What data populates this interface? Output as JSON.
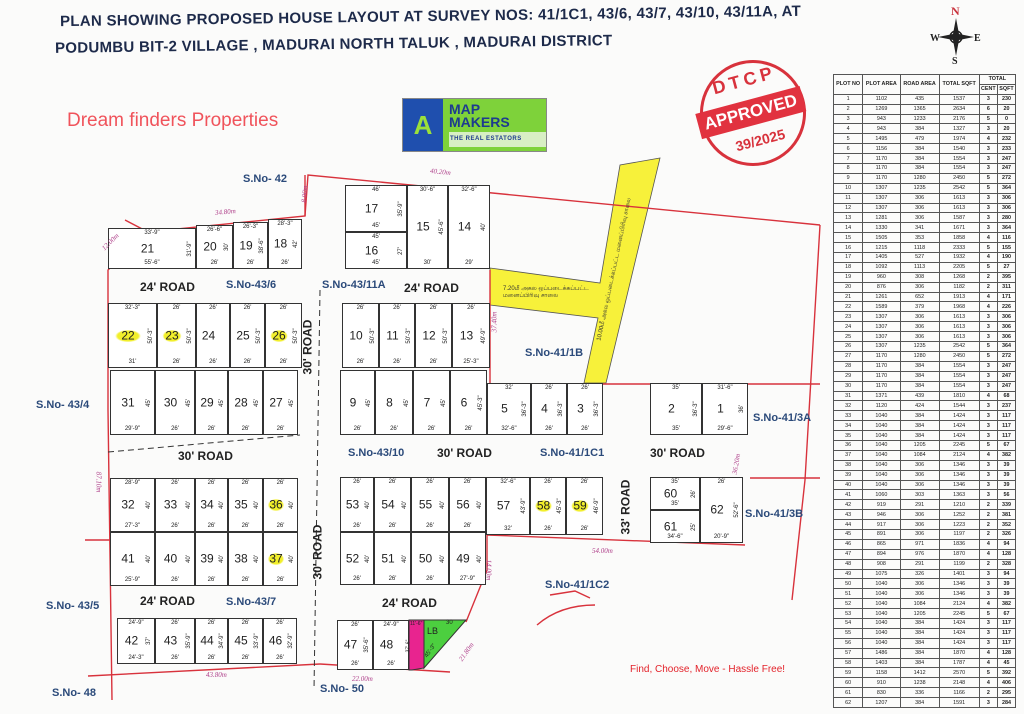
{
  "header": {
    "title_line1": "PLAN SHOWING PROPOSED HOUSE LAYOUT AT SURVEY NOS: 41/1C1, 43/6, 43/7, 43/10, 43/11A,  AT",
    "title_line2": "PODUMBU BIT-2 VILLAGE , MADURAI NORTH TALUK , MADURAI DISTRICT",
    "brand": "Dream finders Properties",
    "logo": {
      "line1": "MAP",
      "line2": "MAKERS",
      "tagline": "THE REAL ESTATORS"
    },
    "stamp": {
      "top": "DTCP",
      "middle": "APPROVED",
      "bottom": "39/2025"
    },
    "compass": {
      "n": "N",
      "s": "S",
      "e": "E",
      "w": "W"
    }
  },
  "colors": {
    "boundary": "#d8323c",
    "highlight": "#f2ef2a",
    "road_yellow": "#f7f13a",
    "park_green": "#4ccf3f",
    "magenta": "#e8248f"
  },
  "survey_labels": [
    "S.No- 42",
    "S.No-43/6",
    "S.No-43/11A",
    "S.No-41/1B",
    "S.No- 43/4",
    "S.No-41/3A",
    "S.No-43/10",
    "S.No-41/1C1",
    "S.No-41/3B",
    "S.No-41/1C2",
    "S.No- 43/5",
    "S.No-43/7",
    "S.No- 48",
    "S.No- 50"
  ],
  "road_labels": [
    "24' ROAD",
    "24' ROAD",
    "30' ROAD",
    "30' ROAD",
    "30' ROAD",
    "30' ROAD",
    "30' ROAD",
    "33' ROAD",
    "24' ROAD",
    "24' ROAD"
  ],
  "measurements": [
    "40.20m",
    "34.80m",
    "12.00m",
    "8.00m",
    "37.40m",
    "87.10m",
    "43.80m",
    "22.00m",
    "21.80m",
    "54.00m",
    "14.00m",
    "36.20m"
  ],
  "tamil_roads": {
    "road_720": "7.20மீ அகல ஒப்படைக்கப்பட்ட மனைப்பிரிவு சாலை",
    "road_1000": "10.00மீ அகல ஒப்படைக்கப்பட்ட மனைப்பிரிவு சாலை"
  },
  "special": {
    "lb_label": "LB",
    "lb_top": "30",
    "lb_side": "45'-3\"",
    "magenta_top": "11'-6\"",
    "magenta_side": "37'-6\""
  },
  "plots": [
    {
      "no": "1",
      "top": "31'-6\"",
      "bottom": "29'-6\"",
      "depth": "36'",
      "hl": false
    },
    {
      "no": "2",
      "top": "35'",
      "bottom": "35'",
      "depth": "36'-3\"",
      "hl": false
    },
    {
      "no": "3",
      "top": "26'",
      "bottom": "26'",
      "depth": "36'-3\"",
      "hl": false
    },
    {
      "no": "4",
      "top": "26'",
      "bottom": "26'",
      "depth": "36'-3\"",
      "hl": false
    },
    {
      "no": "5",
      "top": "32'",
      "bottom": "32'-6\"",
      "depth": "36'-3\"",
      "hl": false
    },
    {
      "no": "6",
      "top": "",
      "bottom": "26'",
      "depth": "45'-3\"",
      "hl": false
    },
    {
      "no": "7",
      "top": "",
      "bottom": "26'",
      "depth": "45'",
      "hl": false
    },
    {
      "no": "8",
      "top": "",
      "bottom": "26'",
      "depth": "45'",
      "hl": false
    },
    {
      "no": "9",
      "top": "",
      "bottom": "26'",
      "depth": "45'",
      "hl": false
    },
    {
      "no": "10",
      "top": "26'",
      "bottom": "26'",
      "depth": "50'-3\"",
      "hl": false
    },
    {
      "no": "11",
      "top": "26'",
      "bottom": "26'",
      "depth": "50'-3\"",
      "hl": false
    },
    {
      "no": "12",
      "top": "26'",
      "bottom": "26'",
      "depth": "50'-3\"",
      "hl": false
    },
    {
      "no": "13",
      "top": "26'",
      "bottom": "25'-3\"",
      "depth": "49'-9\"",
      "hl": false
    },
    {
      "no": "14",
      "top": "32'-6\"",
      "bottom": "29'",
      "depth": "40'",
      "hl": false
    },
    {
      "no": "15",
      "top": "30'-6\"",
      "bottom": "30'",
      "depth": "45'-6\"",
      "hl": false
    },
    {
      "no": "16",
      "top": "45'",
      "bottom": "45'",
      "depth": "27'",
      "hl": false
    },
    {
      "no": "17",
      "top": "46'",
      "bottom": "45'",
      "depth": "35'-9\"",
      "hl": false
    },
    {
      "no": "18",
      "top": "28'-3\"",
      "bottom": "26'",
      "depth": "42'",
      "hl": false
    },
    {
      "no": "19",
      "top": "26'-3\"",
      "bottom": "26'",
      "depth": "38'-6\"",
      "hl": false
    },
    {
      "no": "20",
      "top": "26'-6\"",
      "bottom": "26'",
      "depth": "30'",
      "hl": false
    },
    {
      "no": "21",
      "top": "33'-9\"",
      "bottom": "55'-6\"",
      "depth": "31'-9\"",
      "hl": false
    },
    {
      "no": "22",
      "top": "32'-3\"",
      "bottom": "31'",
      "depth": "50'-3\"",
      "hl": true
    },
    {
      "no": "23",
      "top": "26'",
      "bottom": "26'",
      "depth": "50'-3\"",
      "hl": true
    },
    {
      "no": "24",
      "top": "26'",
      "bottom": "26'",
      "depth": "",
      "hl": false
    },
    {
      "no": "25",
      "top": "26'",
      "bottom": "26'",
      "depth": "50'-3\"",
      "hl": false
    },
    {
      "no": "26",
      "top": "26'",
      "bottom": "26'",
      "depth": "50'-3\"",
      "hl": true
    },
    {
      "no": "27",
      "top": "",
      "bottom": "26'",
      "depth": "45'",
      "hl": false
    },
    {
      "no": "28",
      "top": "",
      "bottom": "26'",
      "depth": "45'",
      "hl": false
    },
    {
      "no": "29",
      "top": "",
      "bottom": "26'",
      "depth": "45'",
      "hl": false
    },
    {
      "no": "30",
      "top": "",
      "bottom": "26'",
      "depth": "45'",
      "hl": false
    },
    {
      "no": "31",
      "top": "",
      "bottom": "29'-9\"",
      "depth": "45'",
      "hl": false
    },
    {
      "no": "32",
      "top": "28'-9\"",
      "bottom": "27'-3\"",
      "depth": "40'",
      "hl": false
    },
    {
      "no": "33",
      "top": "26'",
      "bottom": "26'",
      "depth": "40'",
      "hl": false
    },
    {
      "no": "34",
      "top": "26'",
      "bottom": "26'",
      "depth": "40'",
      "hl": false
    },
    {
      "no": "35",
      "top": "26'",
      "bottom": "26'",
      "depth": "40'",
      "hl": false
    },
    {
      "no": "36",
      "top": "26'",
      "bottom": "26'",
      "depth": "40'",
      "hl": true
    },
    {
      "no": "37",
      "top": "",
      "bottom": "26'",
      "depth": "40'",
      "hl": true
    },
    {
      "no": "38",
      "top": "",
      "bottom": "26'",
      "depth": "40'",
      "hl": false
    },
    {
      "no": "39",
      "top": "",
      "bottom": "26'",
      "depth": "40'",
      "hl": false
    },
    {
      "no": "40",
      "top": "",
      "bottom": "26'",
      "depth": "40'",
      "hl": false
    },
    {
      "no": "41",
      "top": "",
      "bottom": "25'-9\"",
      "depth": "40'",
      "hl": false
    },
    {
      "no": "42",
      "top": "24'-9\"",
      "bottom": "24'-3\"",
      "depth": "37'",
      "hl": false
    },
    {
      "no": "43",
      "top": "26'",
      "bottom": "26'",
      "depth": "35'-9\"",
      "hl": false
    },
    {
      "no": "44",
      "top": "26'",
      "bottom": "26'",
      "depth": "34'-9\"",
      "hl": false
    },
    {
      "no": "45",
      "top": "26'",
      "bottom": "26'",
      "depth": "33'-9\"",
      "hl": false
    },
    {
      "no": "46",
      "top": "26'",
      "bottom": "26'",
      "depth": "32'-9\"",
      "hl": false
    },
    {
      "no": "47",
      "top": "26'",
      "bottom": "26'",
      "depth": "35'-6\"",
      "hl": false
    },
    {
      "no": "48",
      "top": "24'-9\"",
      "bottom": "26'",
      "depth": "",
      "hl": false
    },
    {
      "no": "49",
      "top": "",
      "bottom": "27'-9\"",
      "depth": "40'",
      "hl": false
    },
    {
      "no": "50",
      "top": "",
      "bottom": "26'",
      "depth": "40'",
      "hl": false
    },
    {
      "no": "51",
      "top": "",
      "bottom": "26'",
      "depth": "40'",
      "hl": false
    },
    {
      "no": "52",
      "top": "",
      "bottom": "26'",
      "depth": "40'",
      "hl": false
    },
    {
      "no": "53",
      "top": "26'",
      "bottom": "26'",
      "depth": "40'",
      "hl": false
    },
    {
      "no": "54",
      "top": "26'",
      "bottom": "26'",
      "depth": "40'",
      "hl": false
    },
    {
      "no": "55",
      "top": "26'",
      "bottom": "26'",
      "depth": "40'",
      "hl": false
    },
    {
      "no": "56",
      "top": "26'",
      "bottom": "26'",
      "depth": "40'",
      "hl": false
    },
    {
      "no": "57",
      "top": "32'-6\"",
      "bottom": "32'",
      "depth": "43'-9\"",
      "hl": false
    },
    {
      "no": "58",
      "top": "26'",
      "bottom": "26'",
      "depth": "45'-3\"",
      "hl": true
    },
    {
      "no": "59",
      "top": "26'",
      "bottom": "26'",
      "depth": "46'-9\"",
      "hl": true
    },
    {
      "no": "60",
      "top": "35'",
      "bottom": "35'",
      "depth": "26'",
      "hl": false
    },
    {
      "no": "61",
      "top": "",
      "bottom": "34'-6\"",
      "depth": "25'",
      "hl": false
    },
    {
      "no": "62",
      "top": "26'",
      "bottom": "20'-9\"",
      "depth": "52'-6\"",
      "hl": false
    }
  ],
  "area_table": {
    "headers": {
      "plot_no": "PLOT NO",
      "plot_area": "PLOT AREA",
      "road_area": "ROAD AREA",
      "total_sqft": "TOTAL SQFT",
      "total": "TOTAL",
      "cent": "CENT",
      "sqft": "SQFT"
    },
    "rows": [
      [
        "1",
        "1102",
        "435",
        "1537",
        "3",
        "230"
      ],
      [
        "2",
        "1269",
        "1365",
        "2634",
        "6",
        "20"
      ],
      [
        "3",
        "943",
        "1233",
        "2176",
        "5",
        "0"
      ],
      [
        "4",
        "943",
        "384",
        "1327",
        "3",
        "20"
      ],
      [
        "5",
        "1495",
        "479",
        "1974",
        "4",
        "232"
      ],
      [
        "6",
        "1156",
        "384",
        "1540",
        "3",
        "233"
      ],
      [
        "7",
        "1170",
        "384",
        "1554",
        "3",
        "247"
      ],
      [
        "8",
        "1170",
        "384",
        "1554",
        "3",
        "247"
      ],
      [
        "9",
        "1170",
        "1280",
        "2450",
        "5",
        "272"
      ],
      [
        "10",
        "1307",
        "1235",
        "2542",
        "5",
        "364"
      ],
      [
        "11",
        "1307",
        "306",
        "1613",
        "3",
        "306"
      ],
      [
        "12",
        "1307",
        "306",
        "1613",
        "3",
        "306"
      ],
      [
        "13",
        "1281",
        "306",
        "1587",
        "3",
        "280"
      ],
      [
        "14",
        "1330",
        "341",
        "1671",
        "3",
        "364"
      ],
      [
        "15",
        "1505",
        "353",
        "1858",
        "4",
        "116"
      ],
      [
        "16",
        "1215",
        "1118",
        "2333",
        "5",
        "155"
      ],
      [
        "17",
        "1405",
        "527",
        "1932",
        "4",
        "190"
      ],
      [
        "18",
        "1092",
        "1113",
        "2205",
        "5",
        "27"
      ],
      [
        "19",
        "960",
        "308",
        "1268",
        "2",
        "395"
      ],
      [
        "20",
        "876",
        "306",
        "1182",
        "2",
        "311"
      ],
      [
        "21",
        "1261",
        "652",
        "1913",
        "4",
        "171"
      ],
      [
        "22",
        "1589",
        "379",
        "1968",
        "4",
        "226"
      ],
      [
        "23",
        "1307",
        "306",
        "1613",
        "3",
        "306"
      ],
      [
        "24",
        "1307",
        "306",
        "1613",
        "3",
        "306"
      ],
      [
        "25",
        "1307",
        "306",
        "1613",
        "3",
        "306"
      ],
      [
        "26",
        "1307",
        "1235",
        "2542",
        "5",
        "364"
      ],
      [
        "27",
        "1170",
        "1280",
        "2450",
        "5",
        "272"
      ],
      [
        "28",
        "1170",
        "384",
        "1554",
        "3",
        "247"
      ],
      [
        "29",
        "1170",
        "384",
        "1554",
        "3",
        "247"
      ],
      [
        "30",
        "1170",
        "384",
        "1554",
        "3",
        "247"
      ],
      [
        "31",
        "1371",
        "439",
        "1810",
        "4",
        "68"
      ],
      [
        "32",
        "1120",
        "424",
        "1544",
        "3",
        "237"
      ],
      [
        "33",
        "1040",
        "384",
        "1424",
        "3",
        "117"
      ],
      [
        "34",
        "1040",
        "384",
        "1424",
        "3",
        "117"
      ],
      [
        "35",
        "1040",
        "384",
        "1424",
        "3",
        "117"
      ],
      [
        "36",
        "1040",
        "1205",
        "2245",
        "5",
        "67"
      ],
      [
        "37",
        "1040",
        "1084",
        "2124",
        "4",
        "382"
      ],
      [
        "38",
        "1040",
        "306",
        "1346",
        "3",
        "39"
      ],
      [
        "39",
        "1040",
        "306",
        "1346",
        "3",
        "39"
      ],
      [
        "40",
        "1040",
        "306",
        "1346",
        "3",
        "39"
      ],
      [
        "41",
        "1060",
        "303",
        "1363",
        "3",
        "56"
      ],
      [
        "42",
        "919",
        "291",
        "1210",
        "2",
        "339"
      ],
      [
        "43",
        "946",
        "306",
        "1252",
        "2",
        "381"
      ],
      [
        "44",
        "917",
        "306",
        "1223",
        "2",
        "352"
      ],
      [
        "45",
        "891",
        "306",
        "1197",
        "2",
        "326"
      ],
      [
        "46",
        "865",
        "971",
        "1836",
        "4",
        "94"
      ],
      [
        "47",
        "894",
        "976",
        "1870",
        "4",
        "128"
      ],
      [
        "48",
        "908",
        "291",
        "1199",
        "2",
        "328"
      ],
      [
        "49",
        "1075",
        "326",
        "1401",
        "3",
        "94"
      ],
      [
        "50",
        "1040",
        "306",
        "1346",
        "3",
        "39"
      ],
      [
        "51",
        "1040",
        "306",
        "1346",
        "3",
        "39"
      ],
      [
        "52",
        "1040",
        "1084",
        "2124",
        "4",
        "382"
      ],
      [
        "53",
        "1040",
        "1205",
        "2245",
        "5",
        "67"
      ],
      [
        "54",
        "1040",
        "384",
        "1424",
        "3",
        "117"
      ],
      [
        "55",
        "1040",
        "384",
        "1424",
        "3",
        "117"
      ],
      [
        "56",
        "1040",
        "384",
        "1424",
        "3",
        "117"
      ],
      [
        "57",
        "1486",
        "384",
        "1870",
        "4",
        "128"
      ],
      [
        "58",
        "1403",
        "384",
        "1787",
        "4",
        "45"
      ],
      [
        "59",
        "1158",
        "1412",
        "2570",
        "5",
        "392"
      ],
      [
        "60",
        "910",
        "1238",
        "2148",
        "4",
        "406"
      ],
      [
        "61",
        "830",
        "336",
        "1166",
        "2",
        "295"
      ],
      [
        "62",
        "1207",
        "384",
        "1591",
        "3",
        "284"
      ]
    ]
  },
  "watermark": "Find, Choose, Move - Hassle Free!"
}
